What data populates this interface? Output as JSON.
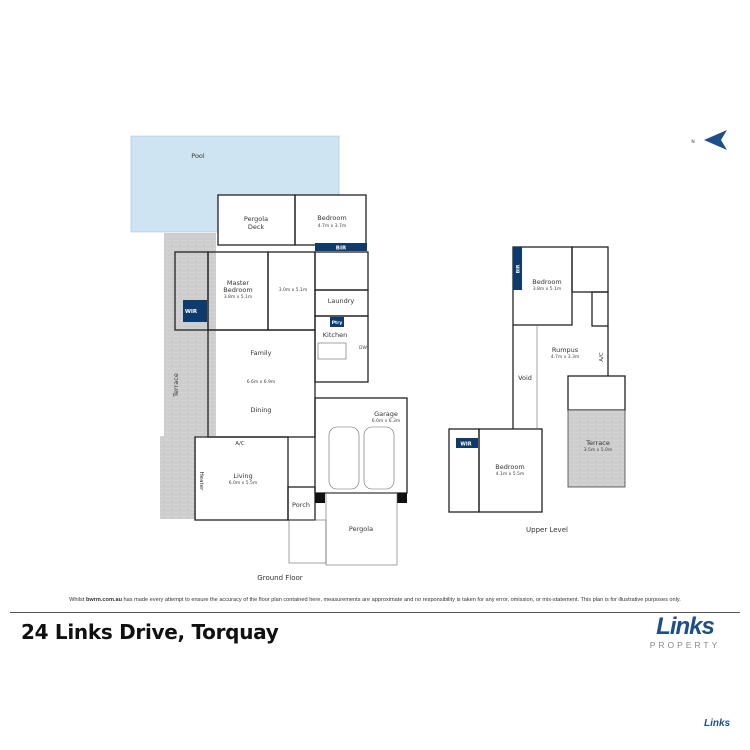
{
  "colors": {
    "pool": "#cfe4f3",
    "wardrobe": "#0d3b6e",
    "deck": "#d2d0cc",
    "accent": "#1e4f86"
  },
  "north": {
    "label": "N",
    "icon": "north-arrow-icon"
  },
  "ground": {
    "level_label": "Ground Floor",
    "pool": "Pool",
    "pergola_deck": [
      "Pergola",
      "Deck"
    ],
    "bedroom": {
      "name": "Bedroom",
      "dims": "4.7m x 3.7m"
    },
    "bir": "BIR",
    "master": {
      "name": [
        "Master",
        "Bedroom"
      ],
      "dims": "3.8m x 5.1m"
    },
    "wir": "WIR",
    "room": {
      "dims": "3.0m x 5.1m"
    },
    "laundry": "Laundry",
    "ptry": "Ptry",
    "kitchen": "Kitchen",
    "dw": "DW",
    "family": {
      "name": "Family",
      "dims": "6.6m x 6.9m"
    },
    "dining": "Dining",
    "terrace": "Terrace",
    "ac": "A/C",
    "living": {
      "name": "Living",
      "dims": "6.0m x 5.5m"
    },
    "heater": "Heater",
    "porch": "Porch",
    "garage": {
      "name": "Garage",
      "dims": "6.0m x 6.3m"
    },
    "pergola": "Pergola"
  },
  "upper": {
    "level_label": "Upper Level",
    "bedroom1": {
      "name": "Bedroom",
      "dims": "3.8m x 5.1m"
    },
    "bir": "BIR",
    "rumpus": {
      "name": "Rumpus",
      "dims": "4.7m x 3.3m"
    },
    "ac": "A/C",
    "void": "Void",
    "terrace": {
      "name": "Terrace",
      "dims": "3.5m x 5.0m"
    },
    "wir": "WIR",
    "bedroom2": {
      "name": "Bedroom",
      "dims": "4.1m x 5.5m"
    }
  },
  "footer": {
    "disclaimer_pre": "Whilst ",
    "disclaimer_site": "bwrm.com.au",
    "disclaimer_post": " has made every attempt to ensure the accuracy of the floor plan contained here, measurements are approximate and no responsibility is taken for any error, omission, or mis-statement. This plan is for illustrative purposes only.",
    "title": "24 Links Drive, Torquay",
    "logo_word": "Links",
    "logo_sub": "PROPERTY",
    "small_logo": "Links"
  }
}
